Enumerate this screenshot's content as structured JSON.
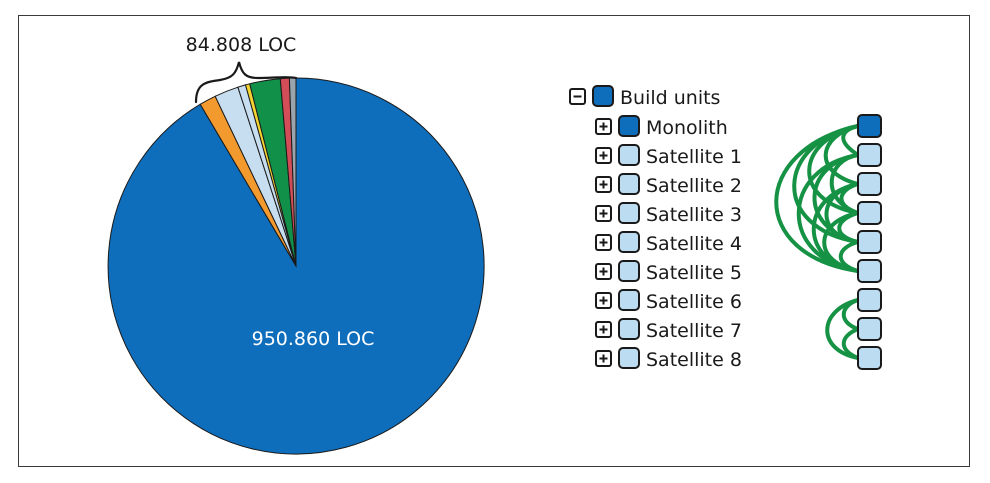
{
  "pie": {
    "top_annotation": "84.808 LOC",
    "main_label": "950.860 LOC",
    "colors": {
      "main": "#0f6ebc",
      "orange": "#f39a2e",
      "lightblue": "#c7def0",
      "yellow": "#f4d431",
      "green": "#11904a",
      "red": "#d24d57",
      "grey": "#9aa4ad"
    }
  },
  "tree": {
    "root": {
      "label": "Build units",
      "expander": "minus-box-icon",
      "color": "#0f6ebc"
    },
    "items": [
      {
        "label": "Monolith",
        "color": "#0f6ebc"
      },
      {
        "label": "Satellite 1",
        "color": "#bcdcf1"
      },
      {
        "label": "Satellite 2",
        "color": "#bcdcf1"
      },
      {
        "label": "Satellite 3",
        "color": "#bcdcf1"
      },
      {
        "label": "Satellite 4",
        "color": "#bcdcf1"
      },
      {
        "label": "Satellite 5",
        "color": "#bcdcf1"
      },
      {
        "label": "Satellite 6",
        "color": "#bcdcf1"
      },
      {
        "label": "Satellite 7",
        "color": "#bcdcf1"
      },
      {
        "label": "Satellite 8",
        "color": "#bcdcf1"
      }
    ],
    "dependency_color": "#169245"
  }
}
